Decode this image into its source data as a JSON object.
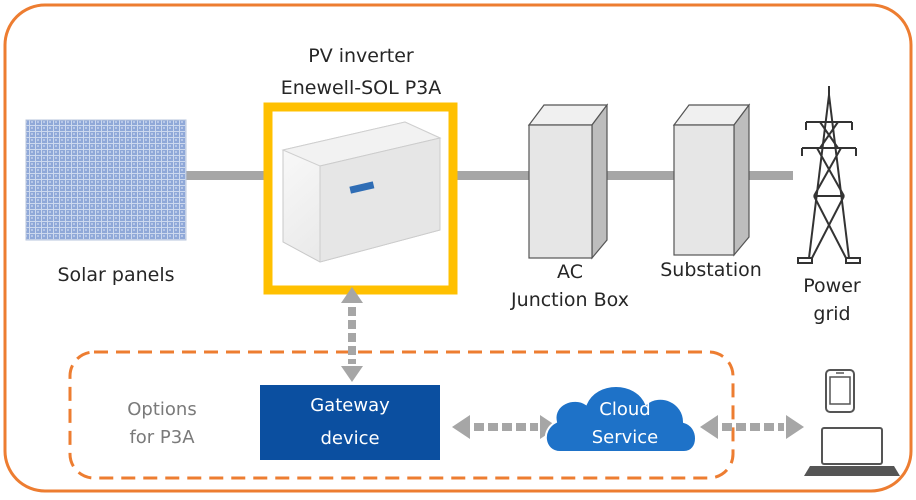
{
  "inverter": {
    "title_line1": "PV inverter",
    "title_line2": "Enewell-SOL P3A"
  },
  "components": {
    "solar_panels": "Solar panels",
    "junction_box_line1": "AC",
    "junction_box_line2": "Junction Box",
    "substation": "Substation",
    "power_grid_line1": "Power",
    "power_grid_line2": "grid"
  },
  "options": {
    "label_line1": "Options",
    "label_line2": "for P3A",
    "gateway_line1": "Gateway",
    "gateway_line2": "device",
    "cloud_line1": "Cloud",
    "cloud_line2": "Service"
  },
  "colors": {
    "outer_border": "#ed7d31",
    "inverter_highlight": "#ffc000",
    "gateway_fill": "#0b4fa0",
    "cloud_fill": "#1e72c8",
    "connector": "#a6a6a6"
  },
  "icons": [
    "solar-panel-icon",
    "inverter-icon",
    "junction-box-icon",
    "substation-icon",
    "transmission-tower-icon",
    "cloud-icon",
    "smartphone-icon",
    "laptop-icon"
  ]
}
